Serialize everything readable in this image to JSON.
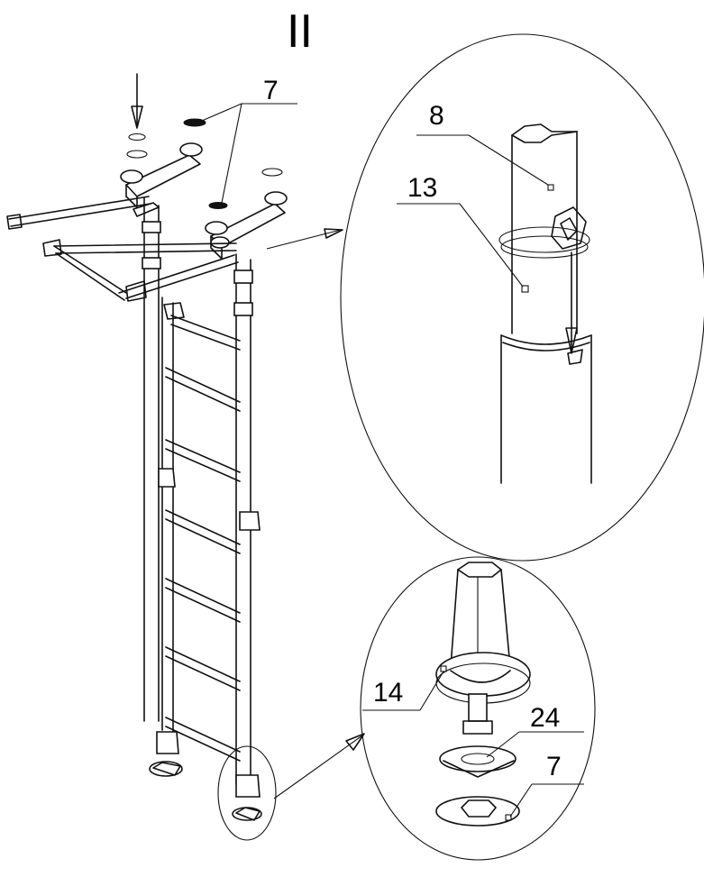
{
  "diagram": {
    "section_numeral": "II",
    "top_right_text": "",
    "callouts": {
      "top_part": "7",
      "detail_upper_part_a": "8",
      "detail_upper_part_b": "13",
      "detail_lower_part_a": "14",
      "detail_lower_part_b": "24",
      "detail_lower_part_c": "7"
    },
    "colors": {
      "line": "#111111",
      "background": "#ffffff"
    }
  }
}
